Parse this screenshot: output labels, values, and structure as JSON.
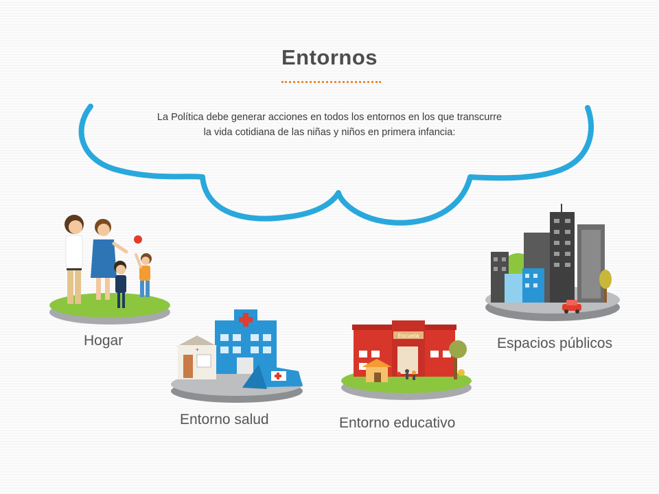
{
  "title": "Entornos",
  "description": {
    "line1": "La Política debe generar acciones en todos los entornos en los que transcurre",
    "line2": "la vida cotidiana de las niñas y niños en primera infancia:"
  },
  "environments": {
    "hogar": "Hogar",
    "salud": "Entorno salud",
    "educativo": "Entorno educativo",
    "espacios": "Espacios públicos"
  },
  "school_sign": "Escuela",
  "colors": {
    "cloud_outline": "#29a8dc",
    "title_underline": "#e98b39",
    "grass": "#8cc63f",
    "platform_gray": "#a7a9ac",
    "hospital_blue": "#2a95d4",
    "school_red": "#d9362b"
  }
}
